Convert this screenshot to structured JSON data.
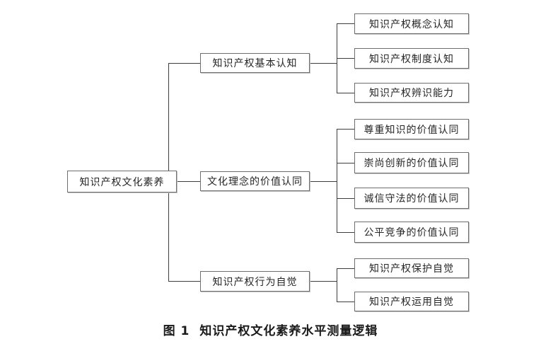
{
  "figure": {
    "root": {
      "label": "知识产权文化素养"
    },
    "branches": [
      {
        "label": "知识产权基本认知",
        "children": [
          "知识产权概念认知",
          "知识产权制度认知",
          "知识产权辨识能力"
        ]
      },
      {
        "label": "文化理念的价值认同",
        "children": [
          "尊重知识的价值认同",
          "崇尚创新的价值认同",
          "诚信守法的价值认同",
          "公平竞争的价值认同"
        ]
      },
      {
        "label": "知识产权行为自觉",
        "children": [
          "知识产权保护自觉",
          "知识产权运用自觉"
        ]
      }
    ],
    "caption": {
      "label": "图 1",
      "title": "知识产权文化素养水平测量逻辑"
    },
    "colors": {
      "background": "#ffffff",
      "box_border": "#6e6e6e",
      "connector": "#3d3d3d",
      "text": "#262626"
    }
  }
}
